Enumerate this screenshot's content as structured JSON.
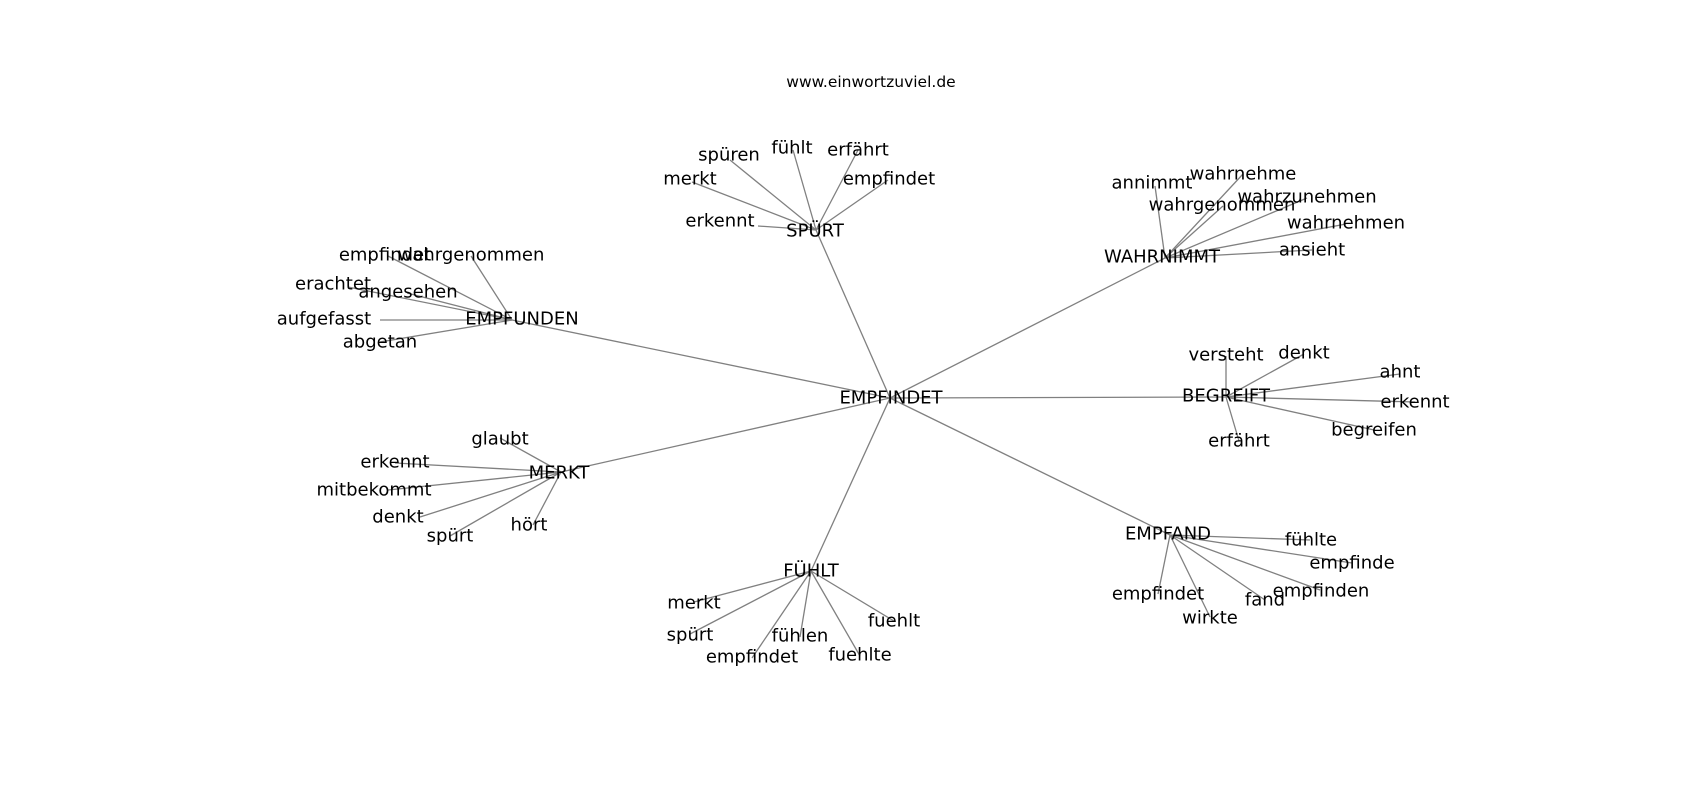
{
  "site": "www.einwortzuviel.de",
  "center": "EMPFINDET",
  "clusters": [
    {
      "label": "SPÜRT",
      "words": [
        "spüren",
        "fühlt",
        "erfährt",
        "merkt",
        "empfindet",
        "erkennt"
      ]
    },
    {
      "label": "WAHRNIMMT",
      "words": [
        "annimmt",
        "wahrnehme",
        "wahrgenommen",
        "wahrzunehmen",
        "wahrnehmen",
        "ansieht"
      ]
    },
    {
      "label": "EMPFUNDEN",
      "words": [
        "empfindet",
        "wahrgenommen",
        "erachtet",
        "angesehen",
        "aufgefasst",
        "abgetan"
      ]
    },
    {
      "label": "BEGREIFT",
      "words": [
        "versteht",
        "denkt",
        "ahnt",
        "erkennt",
        "begreifen",
        "erfährt"
      ]
    },
    {
      "label": "MERKT",
      "words": [
        "glaubt",
        "erkennt",
        "mitbekommt",
        "denkt",
        "spürt",
        "hört"
      ]
    },
    {
      "label": "FÜHLT",
      "words": [
        "merkt",
        "spürt",
        "fühlen",
        "empfindet",
        "fuehlte",
        "fuehlt"
      ]
    },
    {
      "label": "EMPFAND",
      "words": [
        "fühlte",
        "empfinde",
        "empfinden",
        "fand",
        "wirkte",
        "empfindet"
      ]
    }
  ]
}
